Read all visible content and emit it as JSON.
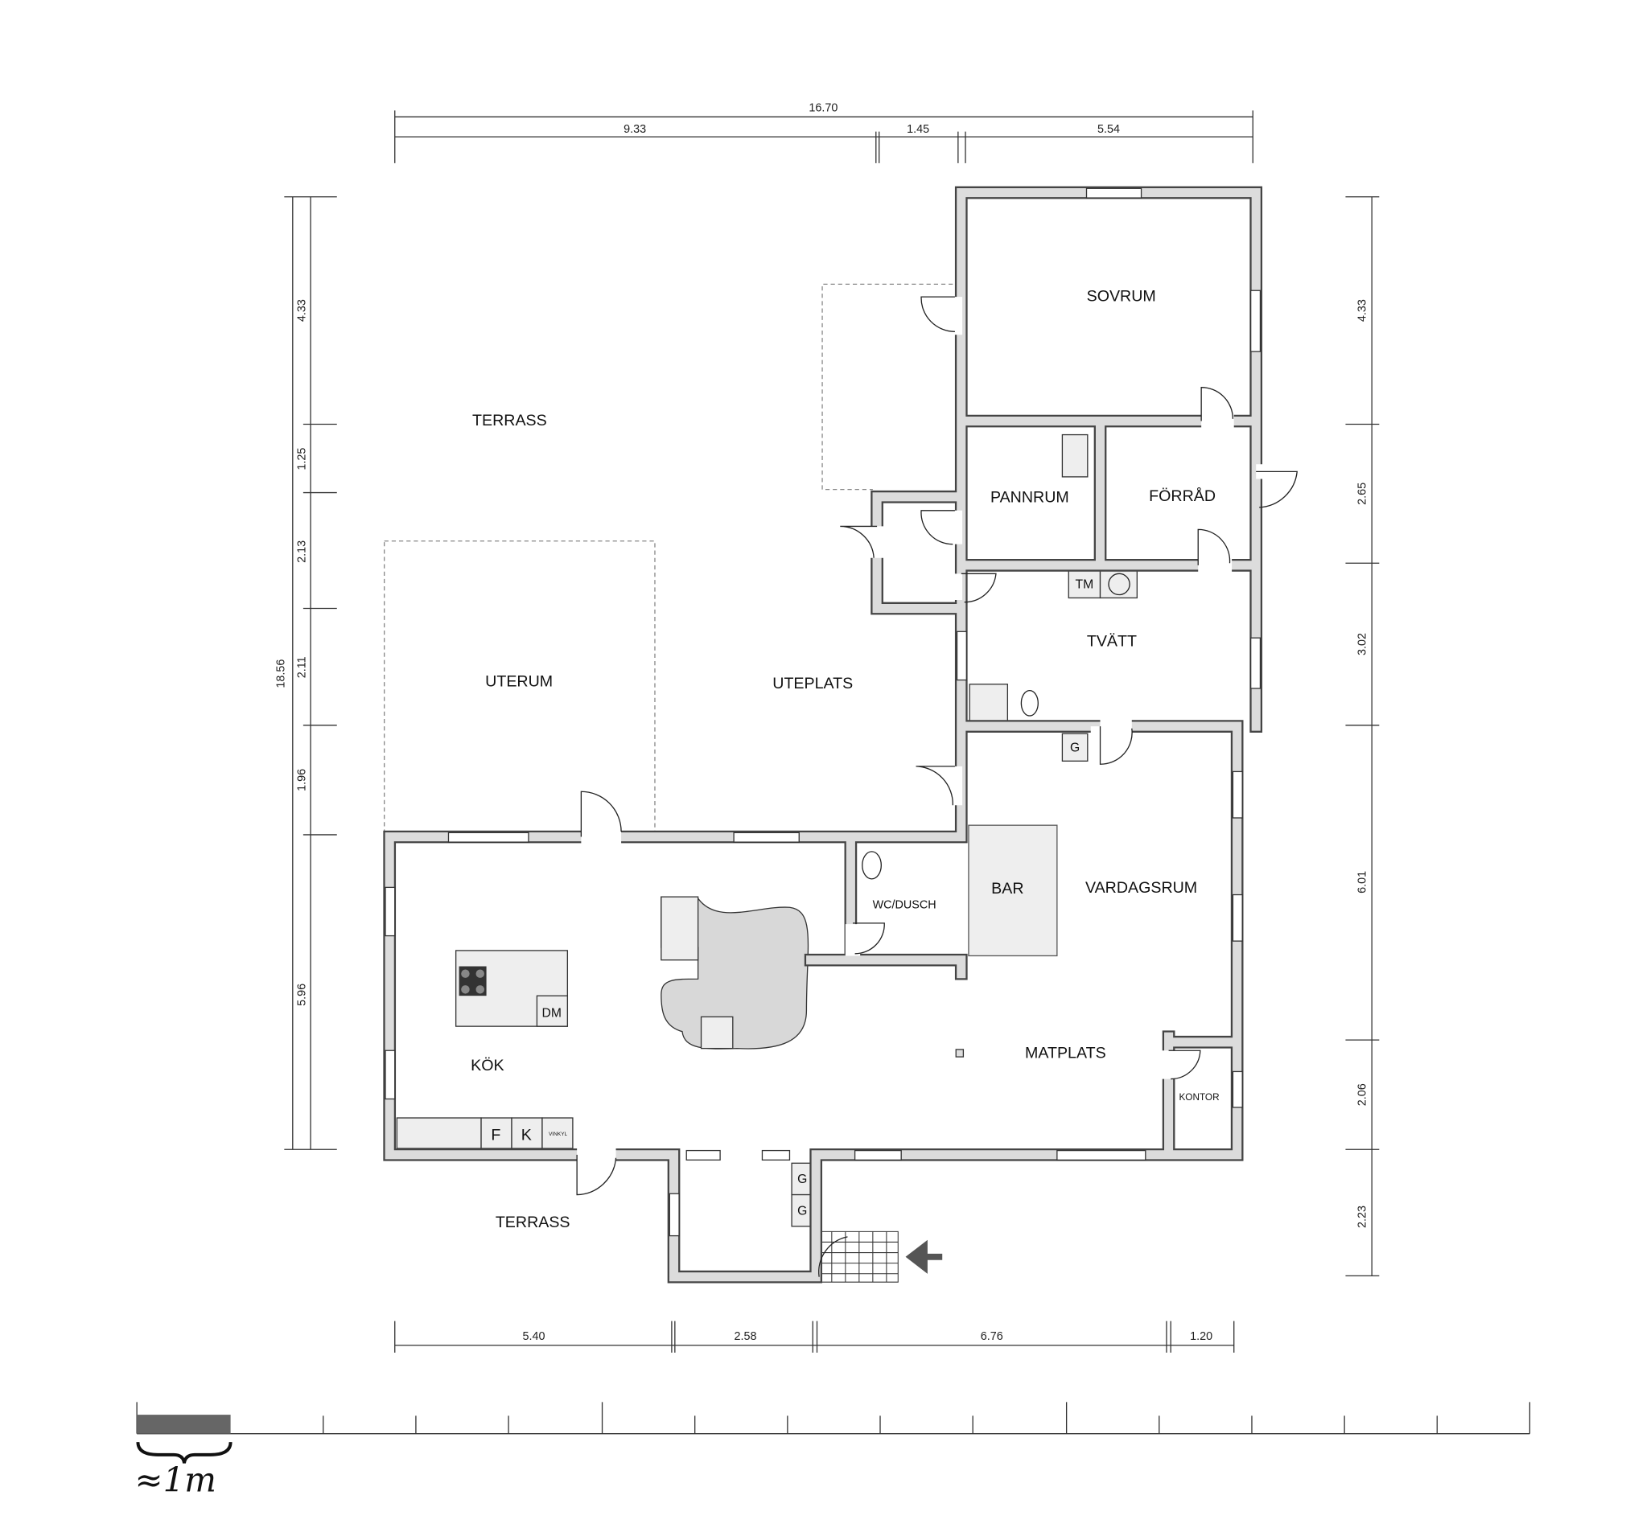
{
  "rooms": {
    "terrass_top": "TERRASS",
    "uterum": "UTERUM",
    "uteplats": "UTEPLATS",
    "sovrum": "SOVRUM",
    "pannrum": "PANNRUM",
    "forrad": "FÖRRÅD",
    "tvatt": "TVÄTT",
    "wc": "WC/DUSCH",
    "bar": "BAR",
    "vardagsrum": "VARDAGSRUM",
    "kok": "KÖK",
    "matplats": "MATPLATS",
    "kontor": "KONTOR",
    "terrass_bottom": "TERRASS"
  },
  "fixtures": {
    "tm": "TM",
    "g1": "G",
    "g2": "G",
    "g3": "G",
    "dm": "DM",
    "f": "F",
    "k": "K",
    "vinkyl": "VINKYL"
  },
  "dimensions": {
    "top_total": "16.70",
    "top": [
      "9.33",
      "1.45",
      "5.54"
    ],
    "left_total": "18.56",
    "left": [
      "4.33",
      "1.25",
      "2.13",
      "2.11",
      "1.96",
      "5.96"
    ],
    "right": [
      "4.33",
      "2.65",
      "3.02",
      "6.01",
      "2.06",
      "2.23"
    ],
    "bottom": [
      "5.40",
      "2.58",
      "6.76",
      "1.20"
    ]
  },
  "scale": {
    "label": "≈1m"
  }
}
